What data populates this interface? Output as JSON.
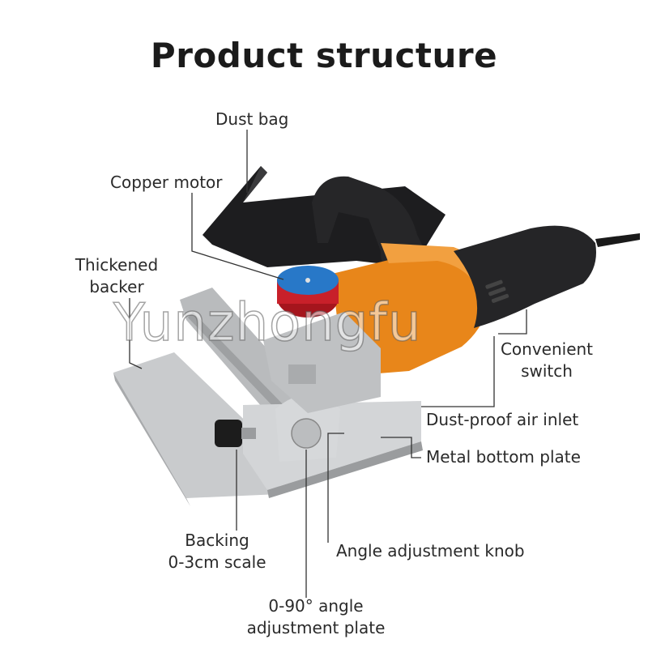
{
  "title": "Product structure",
  "watermark": "Yunzhongfu",
  "labels": {
    "dust_bag": "Dust bag",
    "copper_motor": "Copper motor",
    "thickened_backer_1": "Thickened",
    "thickened_backer_2": "backer",
    "convenient_switch_1": "Convenient",
    "convenient_switch_2": "switch",
    "dust_proof_air_inlet": "Dust-proof air inlet",
    "metal_bottom_plate": "Metal bottom plate",
    "backing_scale_1": "Backing",
    "backing_scale_2": "0-3cm scale",
    "angle_adjustment_knob": "Angle adjustment knob",
    "angle_plate_1": "0-90° angle",
    "angle_plate_2": "adjustment plate"
  },
  "colors": {
    "body_orange": "#e8861a",
    "body_black": "#232323",
    "motor_red": "#c8202a",
    "motor_blue": "#2878c8",
    "metal": "#c9cbcd",
    "leader": "#333333"
  }
}
